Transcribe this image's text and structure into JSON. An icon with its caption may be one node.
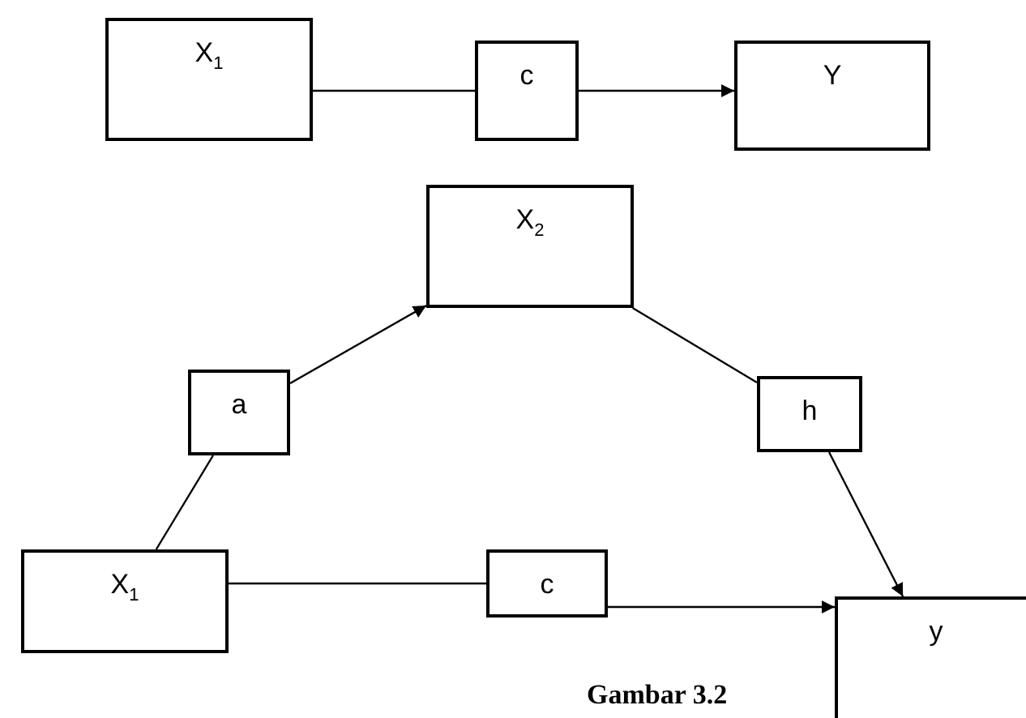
{
  "diagram": {
    "caption": "Gambar 3.2",
    "nodes": [
      {
        "text": [
          "X$_{1}$"
        ]
      },
      {
        "text": [
          "c"
        ]
      },
      {
        "text": [
          "Y"
        ]
      },
      {
        "text": [
          "X$_{2}$"
        ]
      },
      {
        "text": [
          "a"
        ]
      },
      {
        "text": [
          "h"
        ]
      },
      {
        "text": [
          "X$_{1}$"
        ]
      },
      {
        "text": [
          "c"
        ]
      },
      {
        "text": [
          "y"
        ]
      }
    ],
    "edges": [
      {
        "from": 0,
        "to": 1,
        "arrow": "none"
      },
      {
        "from": 1,
        "to": 2,
        "arrow": "to"
      },
      {
        "from": 6,
        "to": 4,
        "arrow": "none"
      },
      {
        "from": 4,
        "to": 3,
        "arrow": "to"
      },
      {
        "from": 3,
        "to": 5,
        "arrow": "none"
      },
      {
        "from": 5,
        "to": 8,
        "arrow": "to"
      },
      {
        "from": 6,
        "to": 7,
        "arrow": "none"
      },
      {
        "from": 7,
        "to": 8,
        "arrow": "to"
      }
    ]
  }
}
